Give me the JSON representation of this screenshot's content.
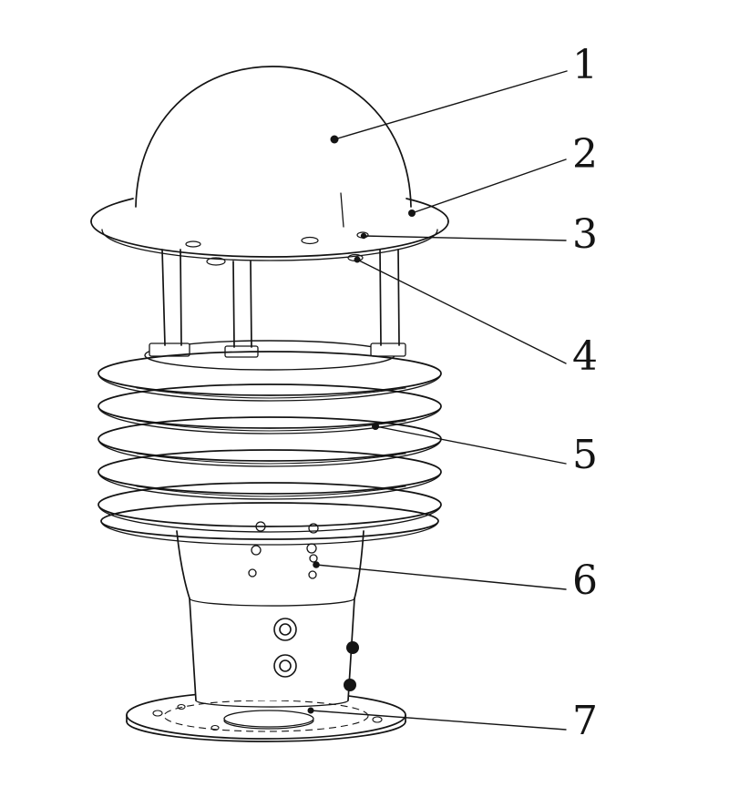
{
  "figure": {
    "background_color": "#ffffff",
    "line_color": "#141414"
  },
  "callouts": [
    {
      "label": "1",
      "target": "dome-cover"
    },
    {
      "label": "2",
      "target": "top-cover-ring"
    },
    {
      "label": "3",
      "target": "cover-fastener"
    },
    {
      "label": "4",
      "target": "post-fastener"
    },
    {
      "label": "5",
      "target": "louver-shield-stack"
    },
    {
      "label": "6",
      "target": "body-fastener"
    },
    {
      "label": "7",
      "target": "mounting-base"
    }
  ]
}
